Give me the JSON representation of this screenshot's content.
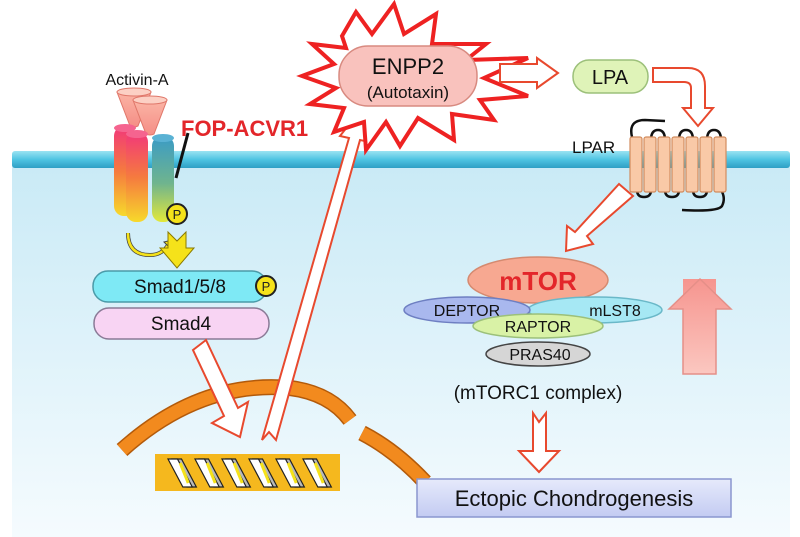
{
  "labels": {
    "activin": "Activin-A",
    "fop_acvr1": "FOP-ACVR1",
    "phospho": "P",
    "smad158": "Smad1/5/8",
    "smad4": "Smad4",
    "enpp2": "ENPP2",
    "autotaxin": "(Autotaxin)",
    "lpa": "LPA",
    "lpar": "LPAR",
    "mtor": "mTOR",
    "deptor": "DEPTOR",
    "mlst8": "mLST8",
    "raptor": "RAPTOR",
    "pras40": "PRAS40",
    "complex": "(mTORC1 complex)",
    "outcome": "Ectopic Chondrogenesis"
  },
  "colors": {
    "membrane": "#5fcde6",
    "cytoplasm_top": "#c9eaf6",
    "cytoplasm_bottom": "#f5fbfe",
    "accent_red": "#e3262a",
    "arrow_outline": "#e8492e",
    "nucleus": "#f28a1e",
    "smad158_fill": "#7ee9f5",
    "smad4_fill": "#f8d4f3",
    "mtor_fill": "#f7a891",
    "deptor_fill": "#a9b8ee",
    "mlst8_fill": "#a6e8f4",
    "raptor_fill": "#d9f2a6",
    "pras40_fill": "#d6d6d6",
    "lpa_fill": "#dff3b8",
    "enpp2_fill": "#f9c2bd",
    "receptor_fill": "#f9c9a7",
    "phospho_fill": "#f5e21a",
    "up_arrow_fill": "#f7a6a0",
    "dna_box": "#f5b81e",
    "outcome_fill": "#d6dcf7"
  }
}
